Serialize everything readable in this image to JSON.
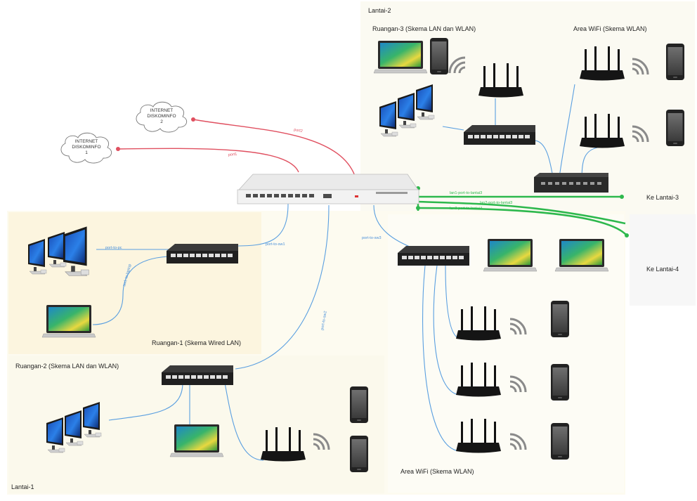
{
  "floors": {
    "lantai1": "Lantai-1",
    "lantai2": "Lantai-2",
    "lantai3": "Ke Lantai-3",
    "lantai4": "Ke Lantai-4"
  },
  "rooms": {
    "ruangan1": "Ruangan-1 (Skema Wired LAN)",
    "ruangan2": "Ruangan-2 (Skema LAN dan WLAN)",
    "ruangan3": "Ruangan-3 (Skema LAN dan WLAN)",
    "wifi_lantai2": "Area WiFi (Skema WLAN)",
    "wifi_lantai1": "Area WiFi (Skema WLAN)"
  },
  "internet": {
    "isp1_line1": "INTERNET",
    "isp1_line2": "DISKOMINFO",
    "isp1_line3": "1",
    "isp2_line1": "INTERNET",
    "isp2_line2": "DISKOMINFO",
    "isp2_line3": "2"
  },
  "colors": {
    "wan": "#e05060",
    "lan": "#5a9fe0",
    "uplink": "#2db84d",
    "zone_bg": "#fbf8ea",
    "zone_ruangan1": "#fcf5df"
  },
  "icons": [
    "cloud-icon",
    "router-icon",
    "switch-icon",
    "desktop-icon",
    "laptop-icon",
    "smartphone-icon",
    "wireless-access-point-icon",
    "wifi-signal-icon"
  ]
}
